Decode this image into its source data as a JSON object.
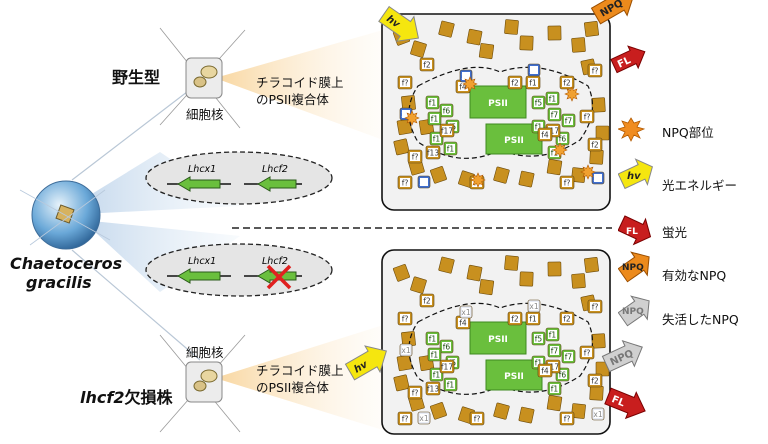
{
  "strain": {
    "wild_type": "野生型",
    "mutant_italic": "lhcf2",
    "mutant_suffix": "欠損株",
    "species_line1": "Chaetoceros",
    "species_line2": "gracilis"
  },
  "labels": {
    "nucleus_top": "細胞核",
    "nucleus_bottom": "細胞核",
    "thylakoid_top_1": "チラコイド膜上",
    "thylakoid_top_2": "のPSII複合体",
    "thylakoid_bot_1": "チラコイド膜上",
    "thylakoid_bot_2": "のPSII複合体"
  },
  "genes": {
    "top": [
      "Lhcx1",
      "Lhcf2"
    ],
    "bottom": [
      "Lhcx1",
      "Lhcf2"
    ]
  },
  "complex": {
    "psii": "PSII",
    "hv": "hv",
    "npq": "NPQ",
    "fl": "FL",
    "subunits": [
      "f1",
      "f2",
      "f4",
      "f5",
      "f6",
      "f7",
      "f13",
      "f17",
      "f?",
      "x1"
    ]
  },
  "legend": {
    "npq_site": "NPQ部位",
    "light_energy": "光エネルギー",
    "fluorescence": "蛍光",
    "effective_npq": "有効なNPQ",
    "inactive_npq": "失活したNPQ",
    "icon_hv": "hv",
    "icon_fl": "FL",
    "icon_npq": "NPQ",
    "icon_npq_gray": "NPQ"
  },
  "colors": {
    "gold": "#c8901f",
    "green": "#6abf3d",
    "blue": "#3f6fd0",
    "orange_star": "#f0a030",
    "npq_orange": "#ec8a1c",
    "fl_red": "#c81e1e",
    "hv_yellow": "#f5e60f",
    "panel_gray": "#f2f2f2"
  }
}
